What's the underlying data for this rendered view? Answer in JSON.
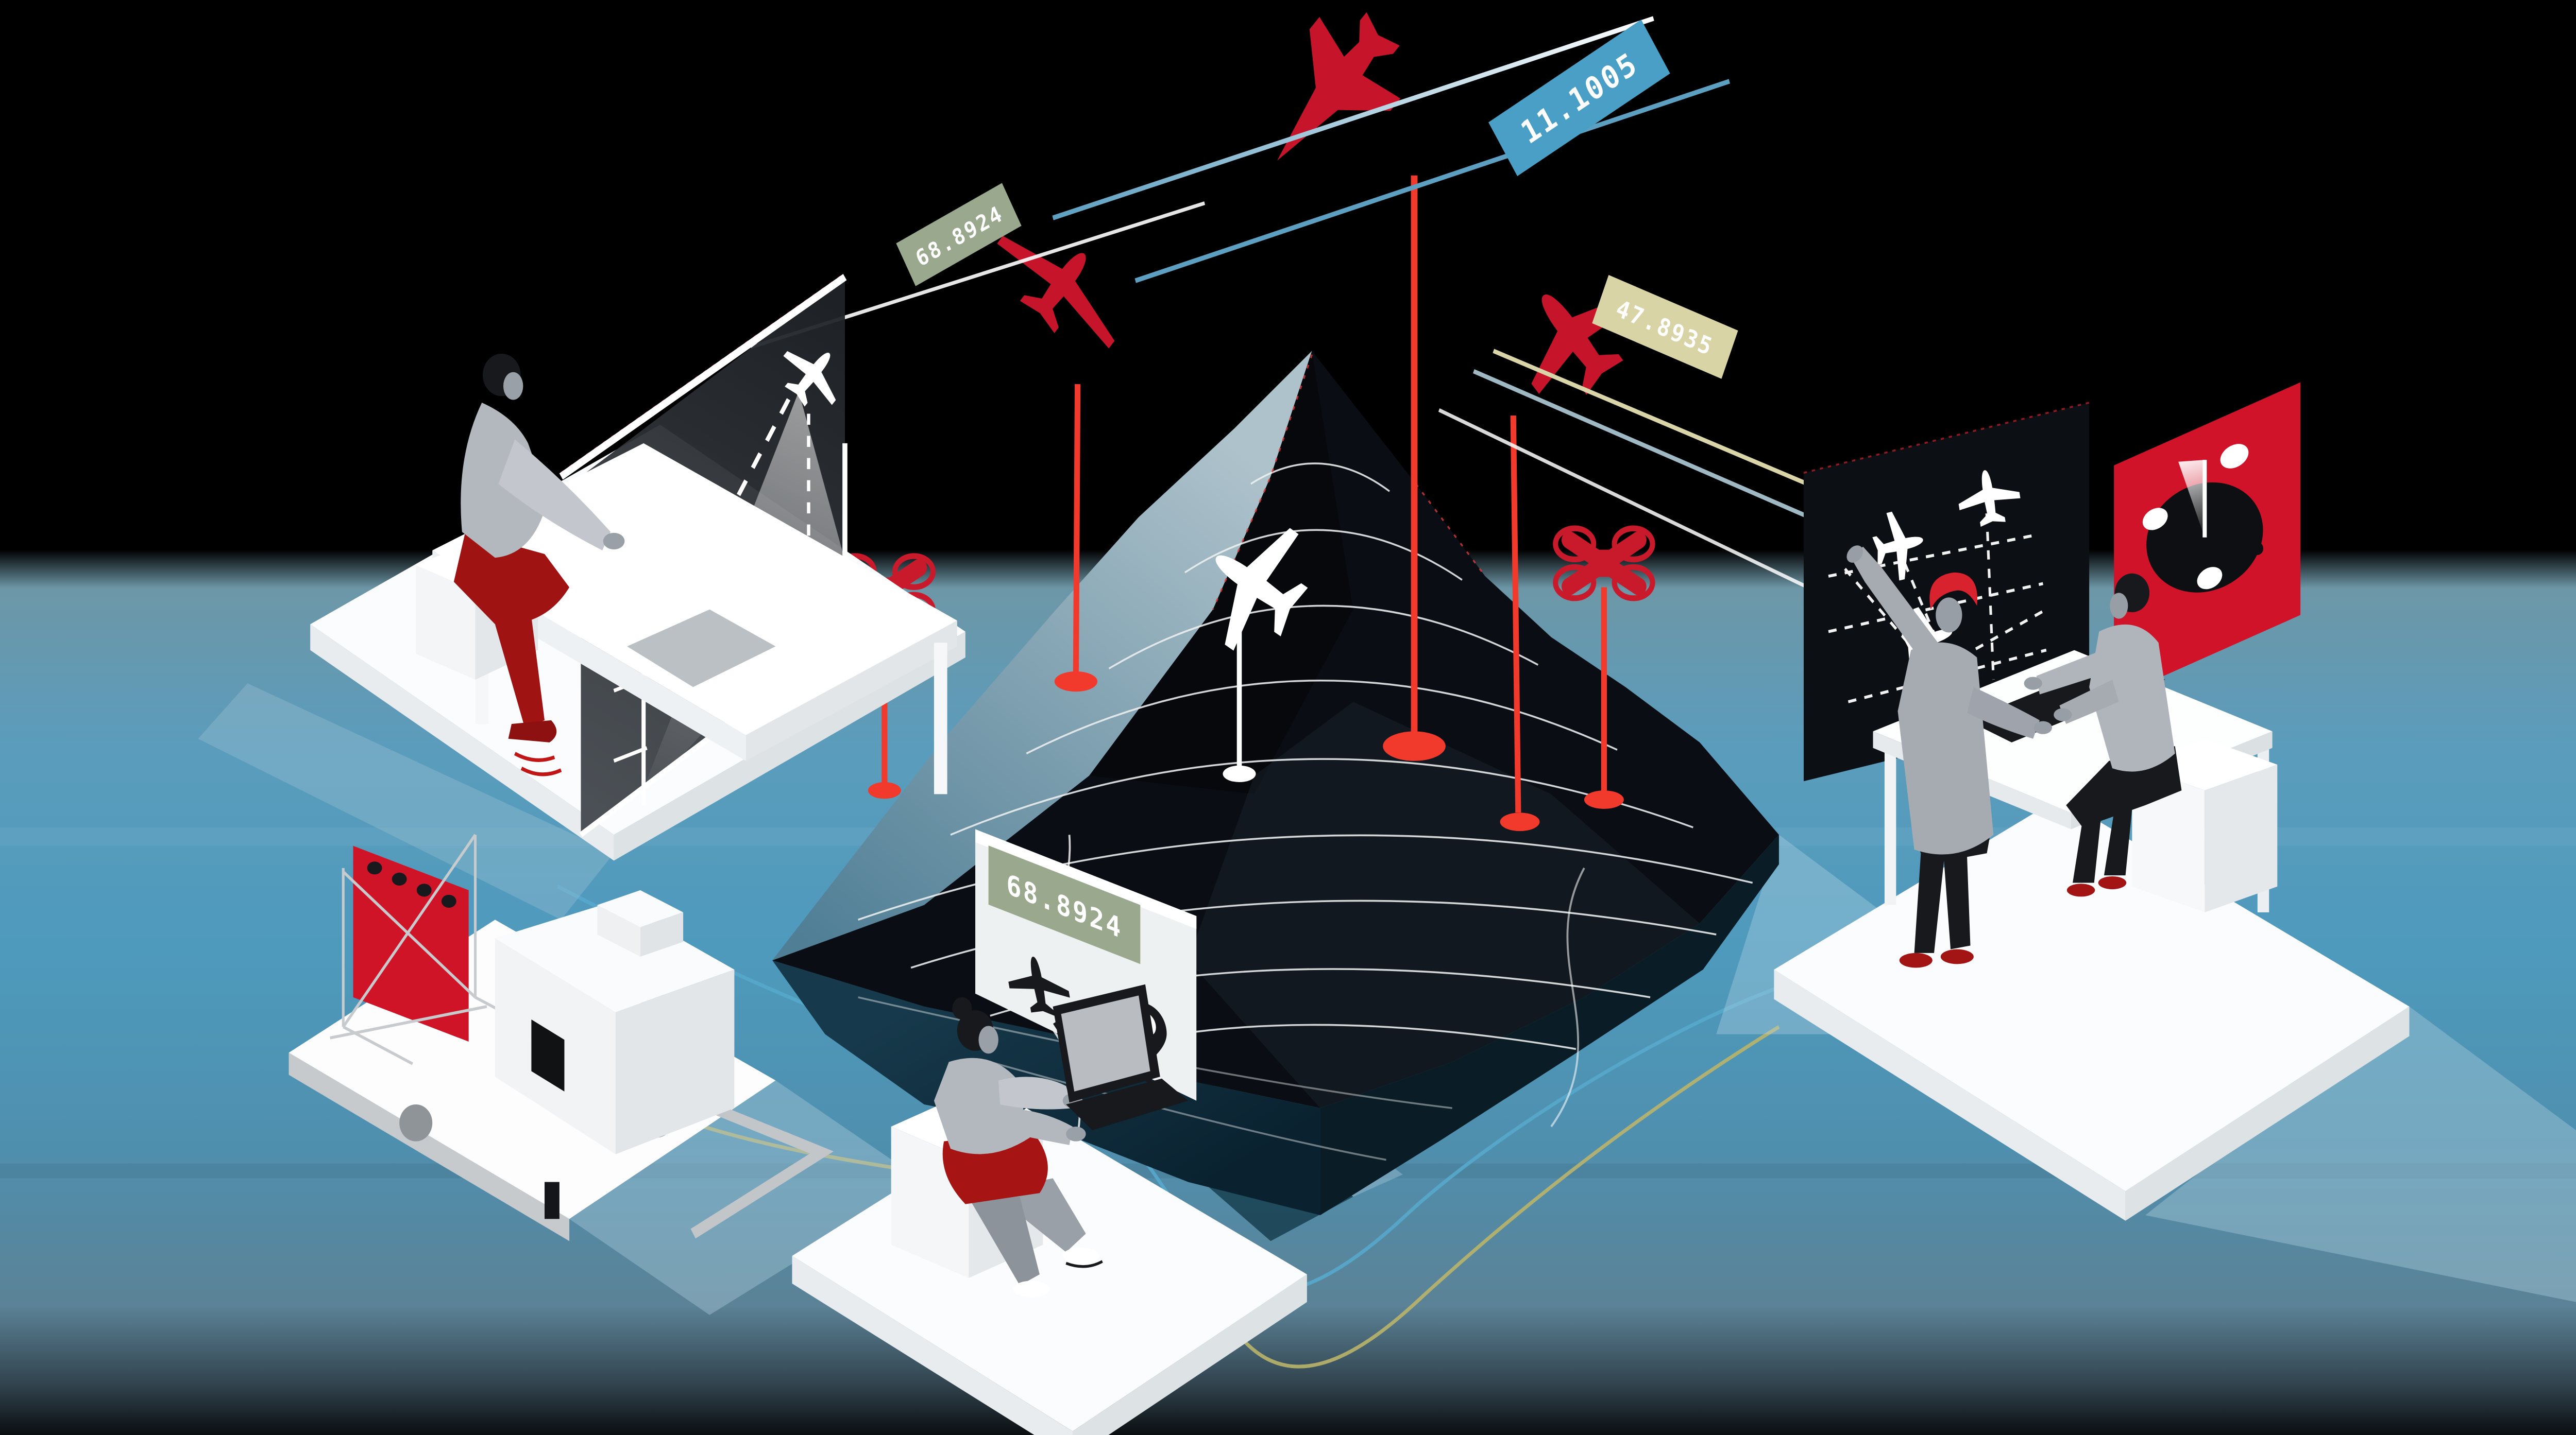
{
  "scene": {
    "description": "Isometric illustration of an airspace monitoring operation: contour terrain model with tracked aircraft and drones on poles, operators at screens, a mobile radar trailer and a control table."
  },
  "labels": {
    "jet_track_id": "11.1005",
    "glider_track_id": "68.8924",
    "airliner_track_id": "47.8935",
    "ground_sign_id": "68.8924"
  },
  "colors": {
    "sky": "#000000",
    "ground_blue": "#4f96b5",
    "accent_red": "#d01329",
    "bright_red": "#f1392c",
    "badge_blue": "#499fc6",
    "badge_green": "#9aa98e",
    "badge_khaki": "#d8d4a6",
    "terrain_dark": "#0a0e14",
    "contour_white": "#eef0f0"
  },
  "icons": {
    "drone-icon": "quadcopter-top-view",
    "jet-icon": "delta-wing-supersonic-jet",
    "glider-icon": "swept-wing-glider",
    "airliner-icon": "airliner-silhouette",
    "small-plane-icon": "light-aircraft-top-view",
    "location-pin-icon": "map-pin",
    "radar-dial-icon": "radar-clock-dial",
    "flight-path-icon": "dashed-route-lines"
  }
}
